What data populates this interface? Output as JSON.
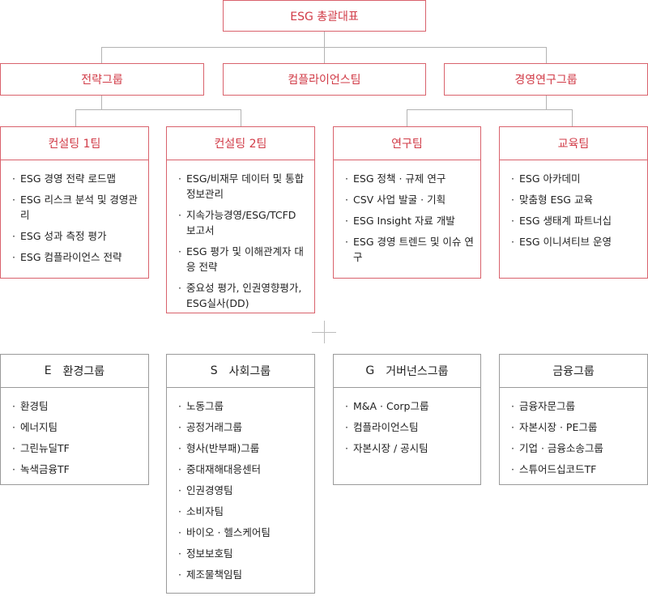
{
  "top": {
    "label": "ESG 총괄대표"
  },
  "groups": {
    "strategy": "전략그룹",
    "compliance": "컴플라이언스팀",
    "research_group": "경영연구그룹"
  },
  "teams": [
    {
      "title": "컨설팅 1팀",
      "items": [
        "ESG 경영 전략 로드맵",
        "ESG 리스크 분석 및 경영관리",
        "ESG 성과 측정 평가",
        "ESG 컴플라이언스 전략"
      ]
    },
    {
      "title": "컨설팅 2팀",
      "items": [
        "ESG/비재무 데이터 및 통합정보관리",
        "지속가능경영/ESG/TCFD 보고서",
        "ESG 평가 및 이해관계자 대응 전략",
        "중요성 평가, 인권영향평가, ESG실사(DD)"
      ]
    },
    {
      "title": "연구팀",
      "items": [
        "ESG 정책 · 규제 연구",
        "CSV 사업 발굴 · 기획",
        "ESG Insight 자료 개발",
        "ESG 경영 트렌드 및 이슈 연구"
      ]
    },
    {
      "title": "교육팀",
      "items": [
        "ESG 아카데미",
        "맞춤형 ESG 교육",
        "ESG 생태계 파트너십",
        "ESG 이니셔티브 운영"
      ]
    }
  ],
  "bottom_groups": [
    {
      "letter": "E",
      "title": "환경그룹",
      "items": [
        "환경팀",
        "에너지팀",
        "그린뉴딜TF",
        "녹색금융TF"
      ]
    },
    {
      "letter": "S",
      "title": "사회그룹",
      "items": [
        "노동그룹",
        "공정거래그룹",
        "형사(반부패)그룹",
        "중대재해대응센터",
        "인권경영팀",
        "소비자팀",
        "바이오 · 헬스케어팀",
        "정보보호팀",
        "제조물책임팀"
      ]
    },
    {
      "letter": "G",
      "title": "거버넌스그룹",
      "items": [
        "M&A · Corp그룹",
        "컴플라이언스팀",
        "자본시장 / 공시팀"
      ]
    },
    {
      "letter": "",
      "title": "금융그룹",
      "items": [
        "금융자문그룹",
        "자본시장 · PE그룹",
        "기업 · 금융소송그룹",
        "스튜어드십코드TF"
      ]
    }
  ]
}
